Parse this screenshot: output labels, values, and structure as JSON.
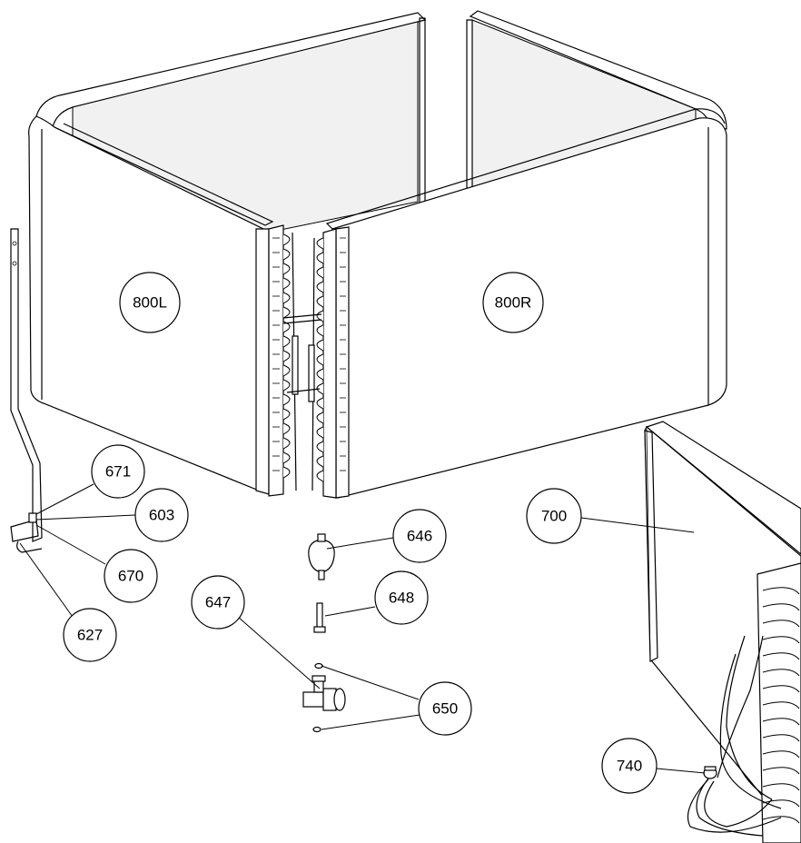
{
  "callouts": {
    "c800L": "800L",
    "c800R": "800R",
    "c671": "671",
    "c603": "603",
    "c670": "670",
    "c627": "627",
    "c646": "646",
    "c648": "648",
    "c647": "647",
    "c650": "650",
    "c700": "700",
    "c740": "740"
  }
}
